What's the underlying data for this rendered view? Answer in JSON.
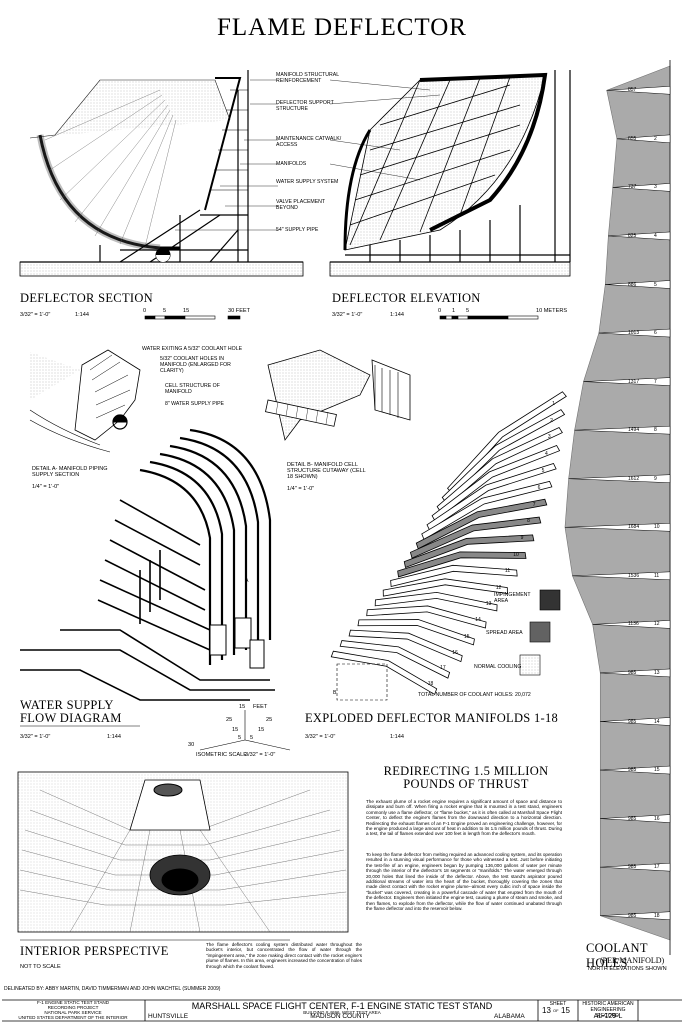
{
  "title": "FLAME DEFLECTOR",
  "section": {
    "title": "DEFLECTOR SECTION",
    "scale_text": "3/32\" = 1'-0\"",
    "ratio": "1:144",
    "bar_labels": [
      "0",
      "5",
      "15",
      "30 FEET"
    ]
  },
  "elevation": {
    "title": "DEFLECTOR ELEVATION",
    "scale_text": "3/32\" = 1'-0\"",
    "ratio": "1:144",
    "bar_labels": [
      "0",
      "1",
      "5",
      "10 METERS"
    ]
  },
  "callouts": [
    "MANIFOLD STRUCTURAL REINFORCEMENT",
    "DEFLECTOR SUPPORT STRUCTURE",
    "MAINTENANCE CATWALK/ ACCESS",
    "MANIFOLDS",
    "WATER SUPPLY SYSTEM",
    "VALVE PLACEMENT BEYOND",
    "54\" SUPPLY PIPE"
  ],
  "detail_a": {
    "callouts": [
      "WATER EXITING A 5/32\" COOLANT HOLE",
      "5/32\" COOLANT HOLES IN MANIFOLD (ENLARGED FOR CLARITY)",
      "CELL STRUCTURE OF MANIFOLD",
      "8\" WATER SUPPLY PIPE"
    ],
    "caption": "DETAIL A- MANIFOLD PIPING SUPPLY SECTION",
    "scale_text": "1/4\" = 1'-0\""
  },
  "detail_b": {
    "caption": "DETAIL B- MANIFOLD CELL STRUCTURE CUTAWAY (CELL 18 SHOWN)",
    "scale_text": "1/4\" = 1'-0\""
  },
  "water_supply": {
    "title_line1": "WATER SUPPLY",
    "title_line2": "FLOW DIAGRAM",
    "scale_text": "3/32\" = 1'-0\"",
    "ratio": "1:144",
    "iso_label": "ISOMETRIC SCALE",
    "iso_scale": "3/32\" = 1'-0\"",
    "iso_feet": "FEET",
    "iso_ticks": [
      "15",
      "25",
      "15",
      "5",
      "5",
      "15",
      "25",
      "30"
    ]
  },
  "exploded": {
    "title": "EXPLODED DEFLECTOR MANIFOLDS 1-18",
    "scale_text": "3/32\" = 1'-0\"",
    "ratio": "1:144",
    "manifold_numbers": [
      "1",
      "2",
      "3",
      "4",
      "5",
      "6",
      "7",
      "8",
      "9",
      "10",
      "11",
      "12",
      "13",
      "14",
      "15",
      "16",
      "17",
      "18"
    ],
    "legend": [
      "IMPINGEMENT AREA",
      "SPREAD AREA",
      "NORMAL COOLING"
    ],
    "total": "TOTAL NUMBER OF COOLANT HOLES: 20,072",
    "detail_marks": [
      "A",
      "B"
    ]
  },
  "redirecting": {
    "title_line1": "REDIRECTING 1.5 MILLION",
    "title_line2": "POUNDS OF THRUST",
    "para1": "The exhaust plume of a rocket engine requires a significant amount of space and distance to dissipate and burn off. When firing a rocket engine that is mounted in a test stand, engineers commonly use a flame deflector, or \"flame bucket,\" as it is often called at Marshall Space Flight Center, to deflect the engine's flames from the downward direction to a horizontal direction. Redirecting the exhaust flames of an F-1 Engine proved an engineering challenge, however, for the engine produced a large amount of heat in addition to its 1.5 million pounds of thrust. During a test, the tail of flames extended over 100 feet in length from the deflector's mouth.",
    "para2": "To keep the flame deflector from melting required an advanced cooling system, and its operation resulted in a stunning visual performance for those who witnessed a test. Just before initiating the test-fire of an engine, engineers began by pumping 136,000 gallons of water per minute through the interior of the deflector's 18 segments or \"manifolds.\" The water emerged through 20,000 holes that lined the inside of the deflector. Above, the test stand's aspirator poured additional streams of water into the heart of the bucket, thoroughly covering the zones that made direct contact with the rocket engine plume--almost every cubic inch of space inside the \"bucket\" was covered, creating in a powerful cascade of water that erupted from the mouth of the deflector. Engineers then initiated the engine test, causing a plume of steam and smoke, and then flames, to explode from the deflector, while the flow of water continued unabated through the flame deflector and into the reservoir below."
  },
  "interior": {
    "title": "INTERIOR PERSPECTIVE",
    "note": "NOT TO SCALE",
    "caption": "The flame deflector's cooling system distributed water throughout the bucket's interior, but concentrated the flow of water through the \"impingement area,\" the zone making direct contact with the rocket engine's plume of flames. In this area, engineers increased the concentration of holes through which the coolant flowed."
  },
  "coolant": {
    "title": "COOLANT HOLES",
    "subtitle": "(PER MANIFOLD)",
    "note": "NORTH ELEVATIONS SHOWN",
    "rows": [
      {
        "count": 857,
        "n": ""
      },
      {
        "count": 655,
        "n": "2"
      },
      {
        "count": 737,
        "n": "3"
      },
      {
        "count": 825,
        "n": "4"
      },
      {
        "count": 886,
        "n": "5"
      },
      {
        "count": 1013,
        "n": "6"
      },
      {
        "count": 1317,
        "n": "7"
      },
      {
        "count": 1494,
        "n": "8"
      },
      {
        "count": 1612,
        "n": "9"
      },
      {
        "count": 1684,
        "n": "10"
      },
      {
        "count": 1536,
        "n": "11"
      },
      {
        "count": 1136,
        "n": "12"
      },
      {
        "count": 985,
        "n": "13"
      },
      {
        "count": 985,
        "n": "14"
      },
      {
        "count": 985,
        "n": "15"
      },
      {
        "count": 985,
        "n": "16"
      },
      {
        "count": 985,
        "n": "17"
      },
      {
        "count": 985,
        "n": "18"
      }
    ]
  },
  "delineated": "DELINEATED BY: ABBY MARTIN, DAVID TIMMERMAN AND JOHN WACHTEL (SUMMER 2009)",
  "titleblock": {
    "left": [
      "F-1 ENGINE STATIC TEST STAND",
      "RECORDING PROJECT",
      "NATIONAL PARK SERVICE",
      "UNITED STATES DEPARTMENT OF THE INTERIOR"
    ],
    "main": "MARSHALL SPACE FLIGHT CENTER, F-1 ENGINE STATIC TEST STAND",
    "building": "BUILDING # 4696, WEST TEST AREA",
    "city": "HUNTSVILLE",
    "county": "MADISON COUNTY",
    "state": "ALABAMA",
    "sheet_label": "SHEET",
    "sheet": "13",
    "sheet_of": "OF",
    "sheet_total": "15",
    "record": [
      "HISTORIC AMERICAN",
      "ENGINEERING RECORD"
    ],
    "record_id": "AL-129-L"
  }
}
